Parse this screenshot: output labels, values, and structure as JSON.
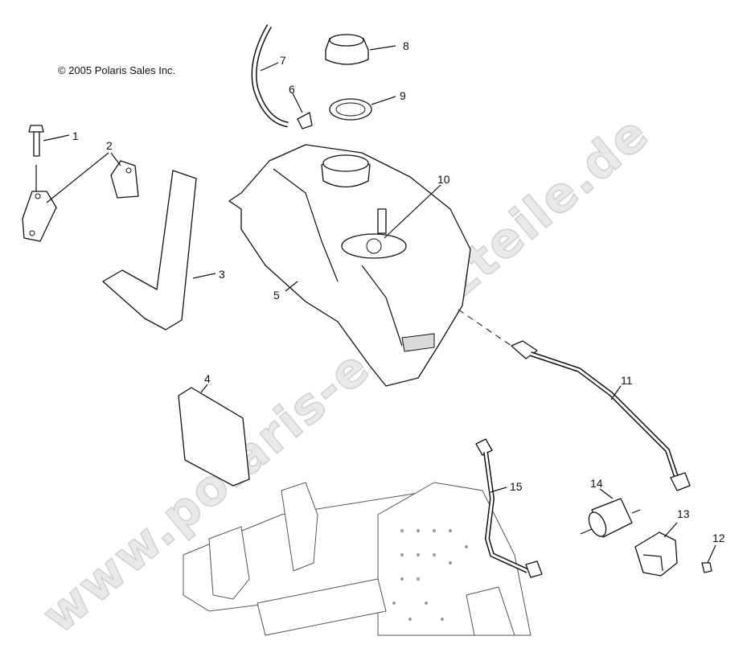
{
  "copyright": "© 2005 Polaris Sales Inc.",
  "watermark": "www.polaris-ersatzteile.de",
  "callouts": [
    "1",
    "2",
    "3",
    "4",
    "5",
    "6",
    "7",
    "8",
    "9",
    "10",
    "11",
    "12",
    "13",
    "14",
    "15"
  ]
}
